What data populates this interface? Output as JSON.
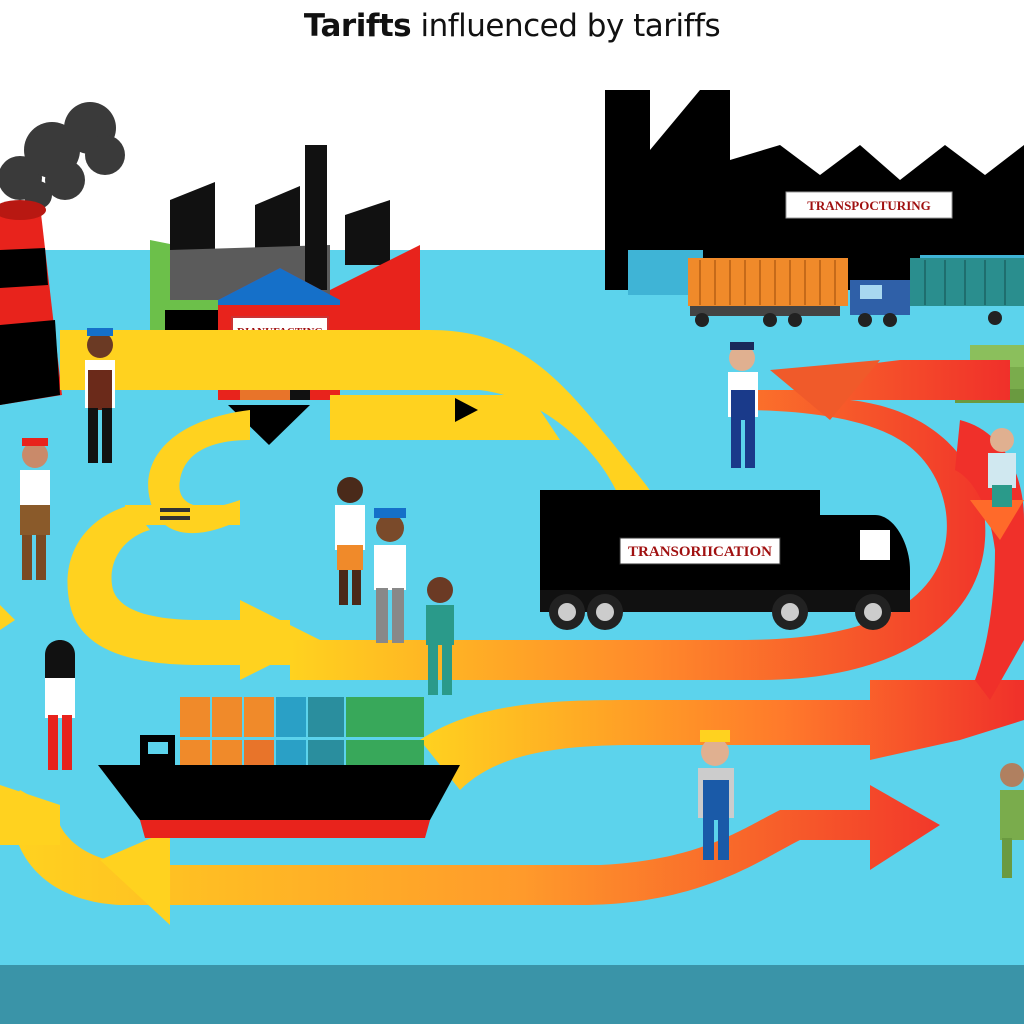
{
  "title": {
    "bold_part": "Tarifts",
    "rest_part": " influenced by tariffs"
  },
  "signs": {
    "factory_left": "DIANUFACTING",
    "factory_right": "TRANSPOCTURING",
    "truck": "TRANSORIICATION"
  },
  "colors": {
    "sea": "#5cd3ec",
    "sea_dark": "#3a94a8",
    "arrow_yellow": "#ffd21f",
    "arrow_orange": "#ff8a2b",
    "arrow_red": "#f0302a",
    "factory_black": "#000000",
    "factory_green": "#6cc04a",
    "factory_red": "#e8231c",
    "smoke": "#3a3a3a"
  },
  "icons": [
    "factory-icon",
    "smokestack-icon",
    "truck-icon",
    "cargo-ship-icon",
    "shipping-container-icon",
    "worker-icon",
    "arrow-icon"
  ]
}
